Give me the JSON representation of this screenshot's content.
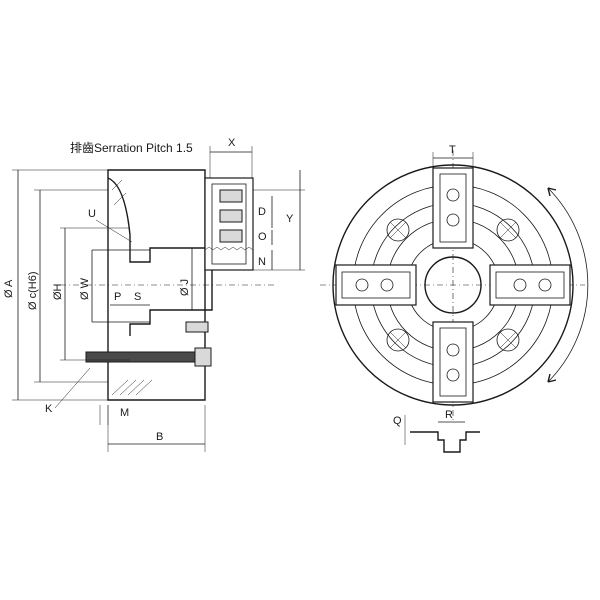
{
  "title": "排齒Serration Pitch 1.5",
  "dimensions": {
    "A": "Ø A",
    "C": "Ø c(H6)",
    "H": "ØH",
    "W": "Ø W",
    "J": "Ø J",
    "U": "U",
    "P": "P",
    "S": "S",
    "K": "K",
    "M": "M",
    "B": "B",
    "X": "X",
    "D": "D",
    "O": "O",
    "Y": "Y",
    "N": "N",
    "T": "T",
    "Q": "Q",
    "R": "R"
  }
}
